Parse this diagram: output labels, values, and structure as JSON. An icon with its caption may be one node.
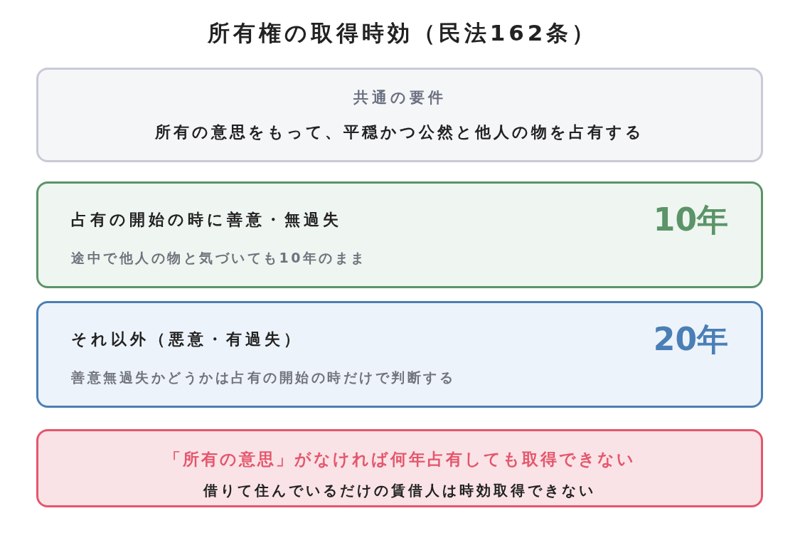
{
  "diagram": {
    "title": "所有権の取得時効（民法162条）",
    "nodes": [
      {
        "text": [
          "共通の要件",
          "所有の意思をもって、平穏かつ公然と他人の物を占有する"
        ]
      },
      {
        "text": [
          "占有の開始の時に善意・無過失",
          "10年",
          "途中で他人の物と気づいても10年のまま"
        ]
      },
      {
        "text": [
          "それ以外（悪意・有過失）",
          "20年",
          "善意無過失かどうかは占有の開始の時だけで判断する"
        ]
      },
      {
        "text": [
          "「所有の意思」がなければ何年占有しても取得できない",
          "借りて住んでいるだけの賃借人は時効取得できない"
        ]
      }
    ],
    "edges": []
  }
}
